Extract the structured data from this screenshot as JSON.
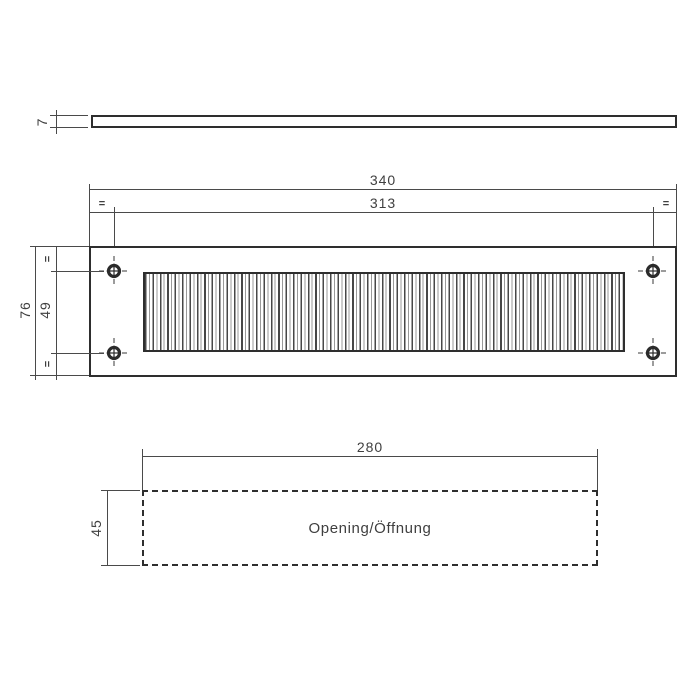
{
  "colors": {
    "line": "#4a4a4a",
    "outline": "#2e2e2e",
    "text": "#3f3f3f",
    "background": "#ffffff"
  },
  "side_view": {
    "thickness": "7"
  },
  "front_view": {
    "overall_width": "340",
    "hole_pitch_h": "313",
    "overall_height": "76",
    "hole_pitch_v": "49",
    "equal_mark": "="
  },
  "opening_view": {
    "width": "280",
    "height": "45",
    "label": "Opening/Öffnung"
  }
}
